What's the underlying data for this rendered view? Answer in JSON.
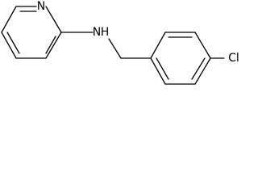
{
  "molecule": {
    "atoms": {
      "pyridine_nitrogen": "N",
      "amine_nitrogen": "N",
      "amine_hydrogen": "H",
      "chlorine": "Cl"
    }
  },
  "colors": {
    "bond": "#000000",
    "label": "#000000",
    "background": "#ffffff"
  }
}
